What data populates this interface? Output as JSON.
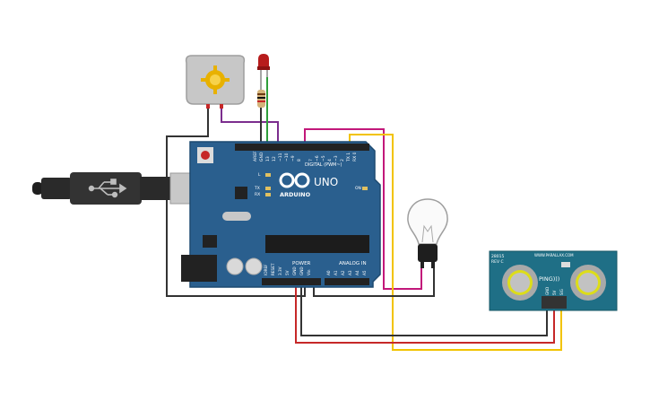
{
  "arduino": {
    "brand": "ARDUINO",
    "model": "UNO",
    "digital_label": "DIGITAL (PWM~)",
    "power_label": "POWER",
    "analog_label": "ANALOG IN",
    "aref": "AREF",
    "gnd_top": "GND",
    "digital_pins": [
      "13",
      "12",
      "~11",
      "~10",
      "~9",
      "8",
      "7",
      "~6",
      "~5",
      "4",
      "~3",
      "2",
      "TX 1",
      "RX 0"
    ],
    "led_l": "L",
    "led_tx": "TX",
    "led_rx": "RX",
    "led_on": "ON",
    "power_pins": [
      "IOREF",
      "RESET",
      "3.3V",
      "5V",
      "GND",
      "GND",
      "Vin"
    ],
    "analog_pins": [
      "A0",
      "A1",
      "A2",
      "A3",
      "A4",
      "A5"
    ]
  },
  "sensor": {
    "part": "28015",
    "rev": "REV C",
    "url": "WWW.PARALLAX.COM",
    "name": "PING)))",
    "pins": [
      "GND",
      "5V",
      "SIG"
    ]
  },
  "colors": {
    "board": "#2a5f8e",
    "sensor_board": "#1f6f86",
    "wire_black": "#333333",
    "wire_red": "#c62828",
    "wire_yellow": "#f2c300",
    "wire_purple": "#7b2d8e",
    "wire_magenta": "#c2187a",
    "wire_green": "#2e9e3a"
  }
}
